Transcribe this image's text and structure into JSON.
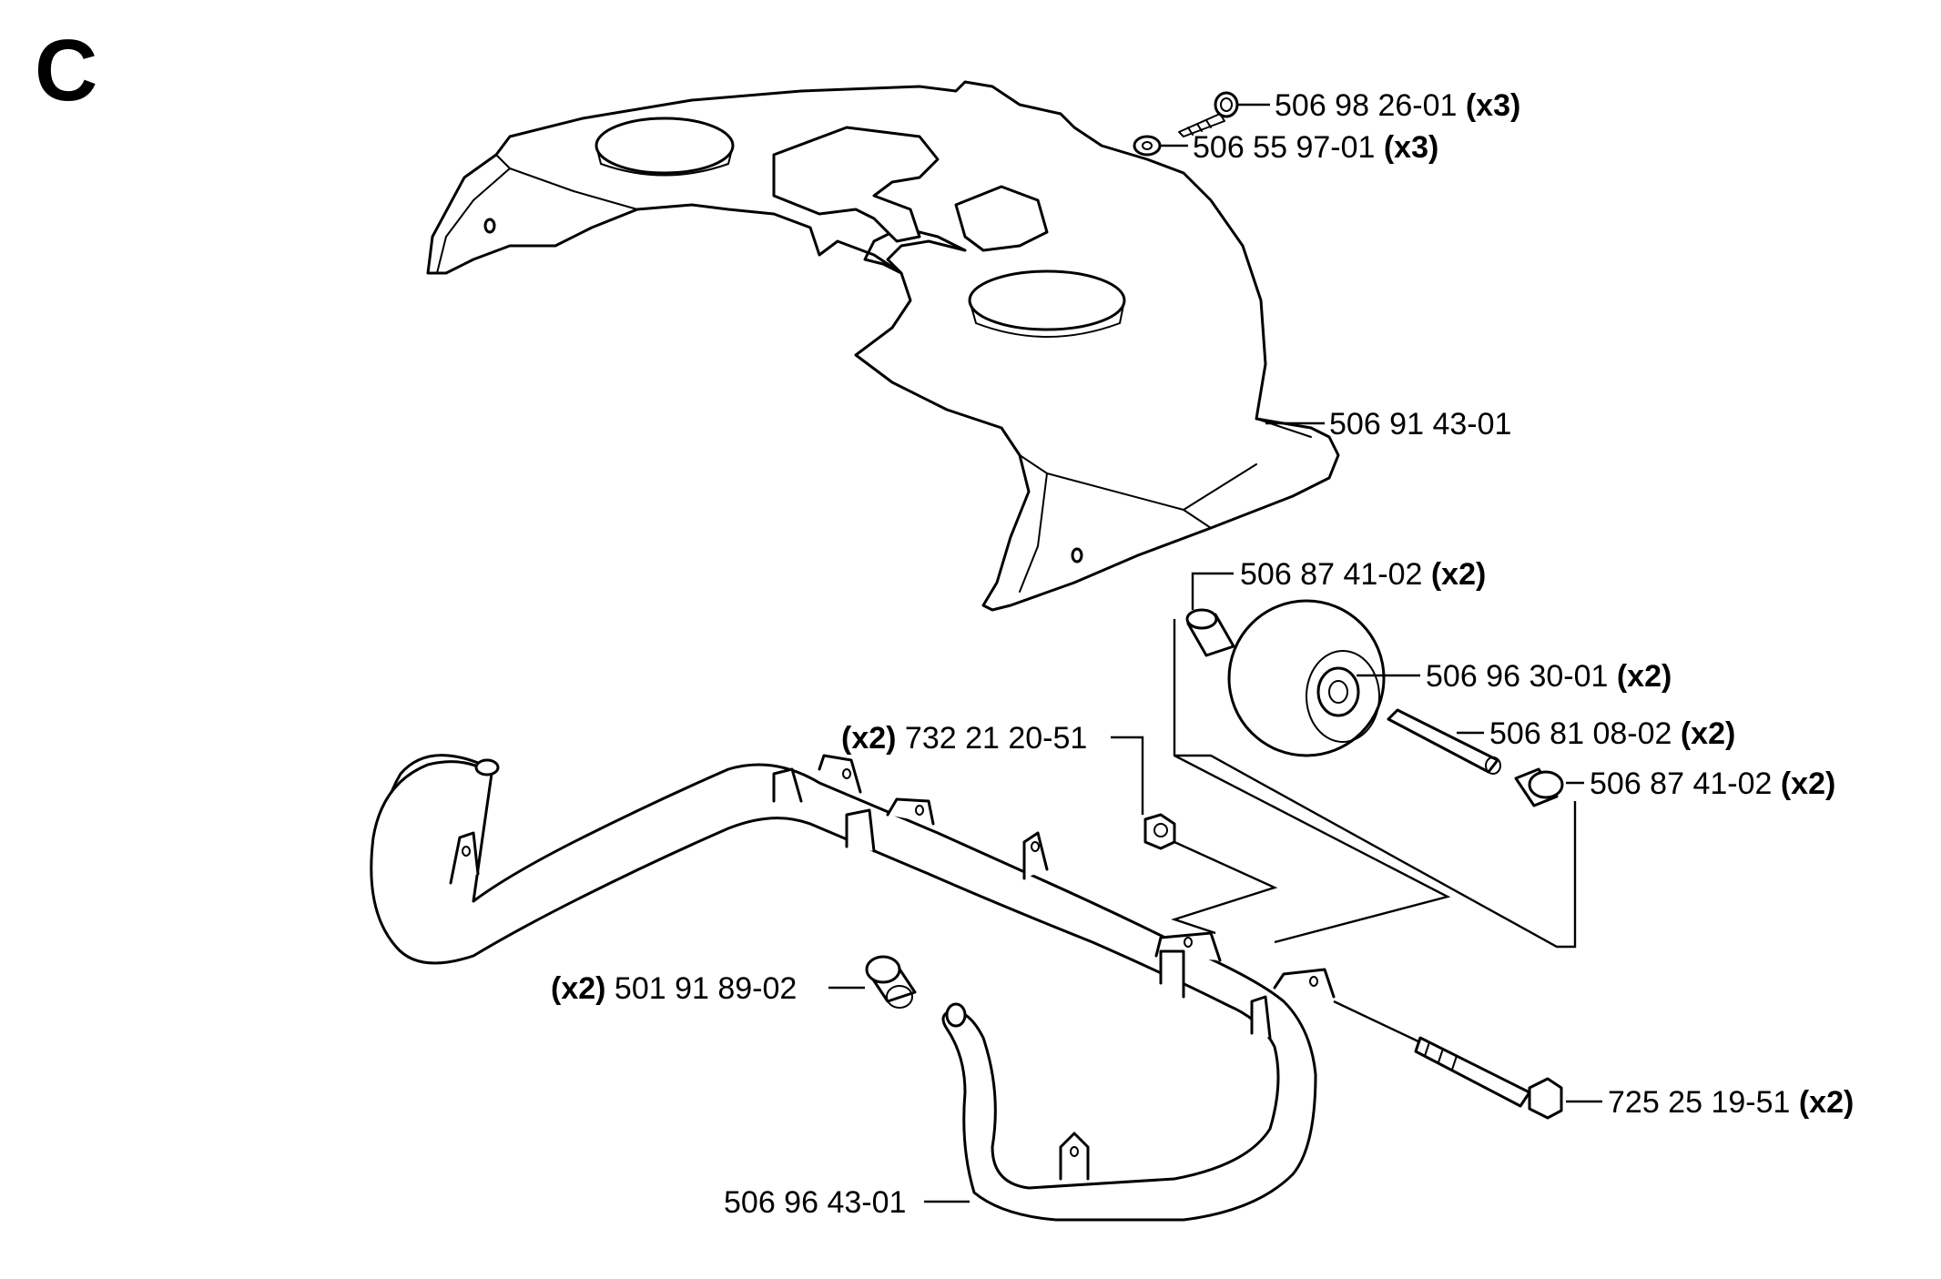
{
  "section": "C",
  "parts": {
    "screw_top": {
      "number": "506 98 26-01",
      "qty": "(x3)"
    },
    "washer_top": {
      "number": "506 55 97-01",
      "qty": "(x3)"
    },
    "cover": {
      "number": "506 91 43-01",
      "qty": ""
    },
    "spacer_upper": {
      "number": "506 87 41-02",
      "qty": "(x2)"
    },
    "wheel": {
      "number": "506 96 30-01",
      "qty": "(x2)"
    },
    "axle": {
      "number": "506 81 08-02",
      "qty": "(x2)"
    },
    "spacer_lower": {
      "number": "506 87 41-02",
      "qty": "(x2)"
    },
    "nut": {
      "number": "732 21 20-51",
      "qty": "(x2)"
    },
    "bushing": {
      "number": "501 91 89-02",
      "qty": "(x2)"
    },
    "bolt": {
      "number": "725 25 19-51",
      "qty": "(x2)"
    },
    "bumper": {
      "number": "506 96 43-01",
      "qty": ""
    }
  }
}
